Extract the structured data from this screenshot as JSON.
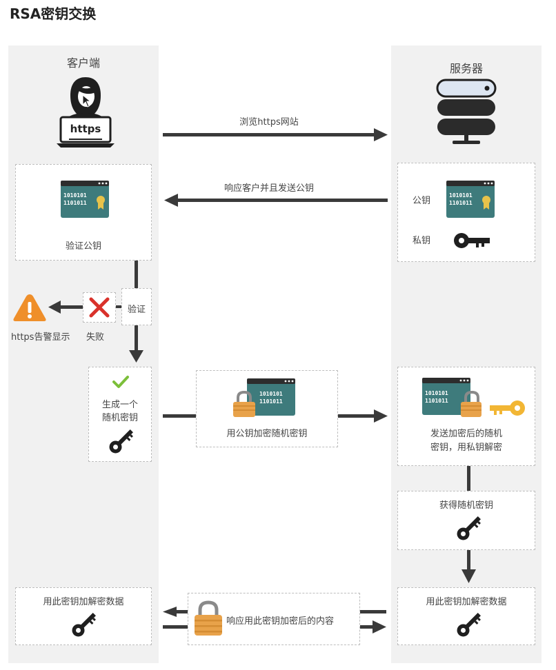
{
  "title": "RSA密钥交换",
  "client": {
    "label": "客户端",
    "laptop_text": "https"
  },
  "server": {
    "label": "服务器"
  },
  "arrows": {
    "browse": "浏览https网站",
    "respond": "响应客户并且发送公钥"
  },
  "cert": {
    "line1": "1010101",
    "line2": "1101011"
  },
  "client_verify": {
    "caption": "验证公钥",
    "verify_label": "验证",
    "fail_label": "失败",
    "warning_label": "https告警显示"
  },
  "server_keys": {
    "public_label": "公钥",
    "private_label": "私钥"
  },
  "client_generate": {
    "line1": "生成一个",
    "line2": "随机密钥"
  },
  "middle_encrypt": {
    "caption": "用公钥加密随机密钥"
  },
  "server_decrypt": {
    "line1": "发送加密后的随机",
    "line2": "密钥，用私钥解密"
  },
  "server_obtain": {
    "caption": "获得随机密钥"
  },
  "client_final": {
    "caption": "用此密钥加解密数据"
  },
  "server_final": {
    "caption": "用此密钥加解密数据"
  },
  "bottom_middle": {
    "caption": "响应用此密钥加密后的内容"
  },
  "colors": {
    "cert_teal": "#3e7b7c",
    "lock_orange": "#e8a24a",
    "key_yellow": "#f2b634",
    "arrow": "#3a3a3a",
    "warn": "#ef8f2a",
    "fail_red": "#d9322b",
    "check_green": "#7cbf3a"
  }
}
